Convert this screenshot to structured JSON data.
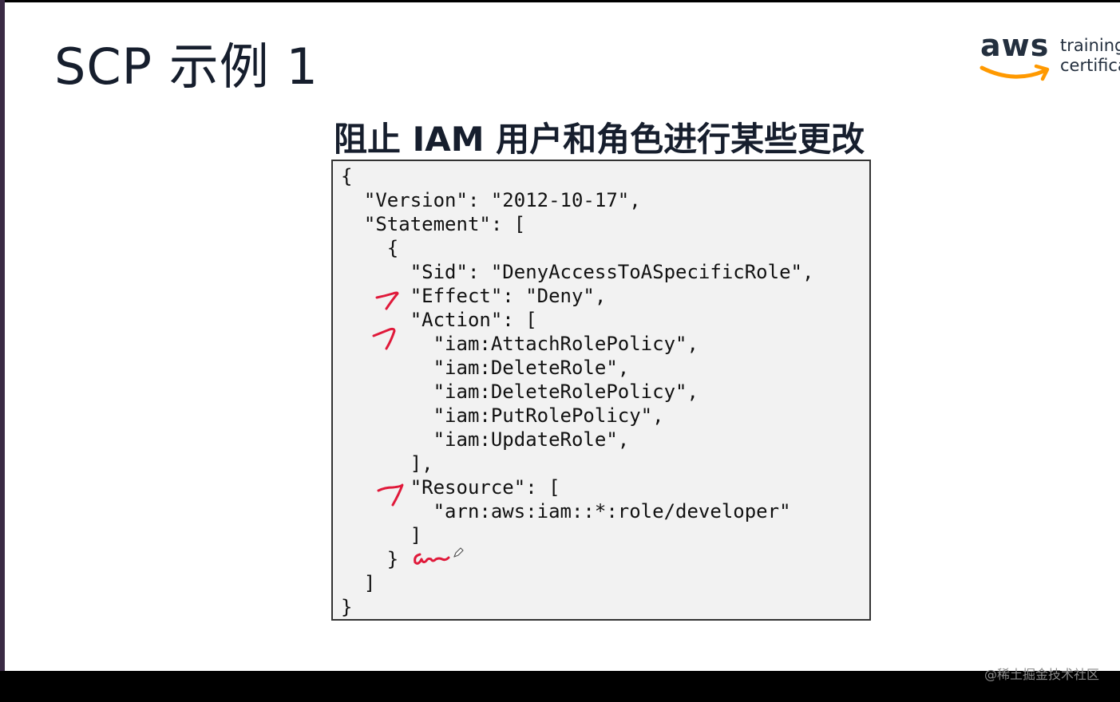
{
  "slide": {
    "title": "SCP 示例 1",
    "subheading": "阻止 IAM 用户和角色进行某些更改",
    "logo": {
      "word": "aws",
      "line1": "training",
      "line2": "certifica",
      "accent_color": "#ff9900"
    },
    "code": "{\n  \"Version\": \"2012-10-17\",\n  \"Statement\": [\n    {\n      \"Sid\": \"DenyAccessToASpecificRole\",\n      \"Effect\": \"Deny\",\n      \"Action\": [\n        \"iam:AttachRolePolicy\",\n        \"iam:DeleteRole\",\n        \"iam:DeleteRolePolicy\",\n        \"iam:PutRolePolicy\",\n        \"iam:UpdateRole\",\n      ],\n      \"Resource\": [\n        \"arn:aws:iam::*:role/developer\"\n      ]\n    }\n  ]\n}",
    "annotation_color": "#e0193a"
  },
  "watermark": "@稀土掘金技术社区"
}
